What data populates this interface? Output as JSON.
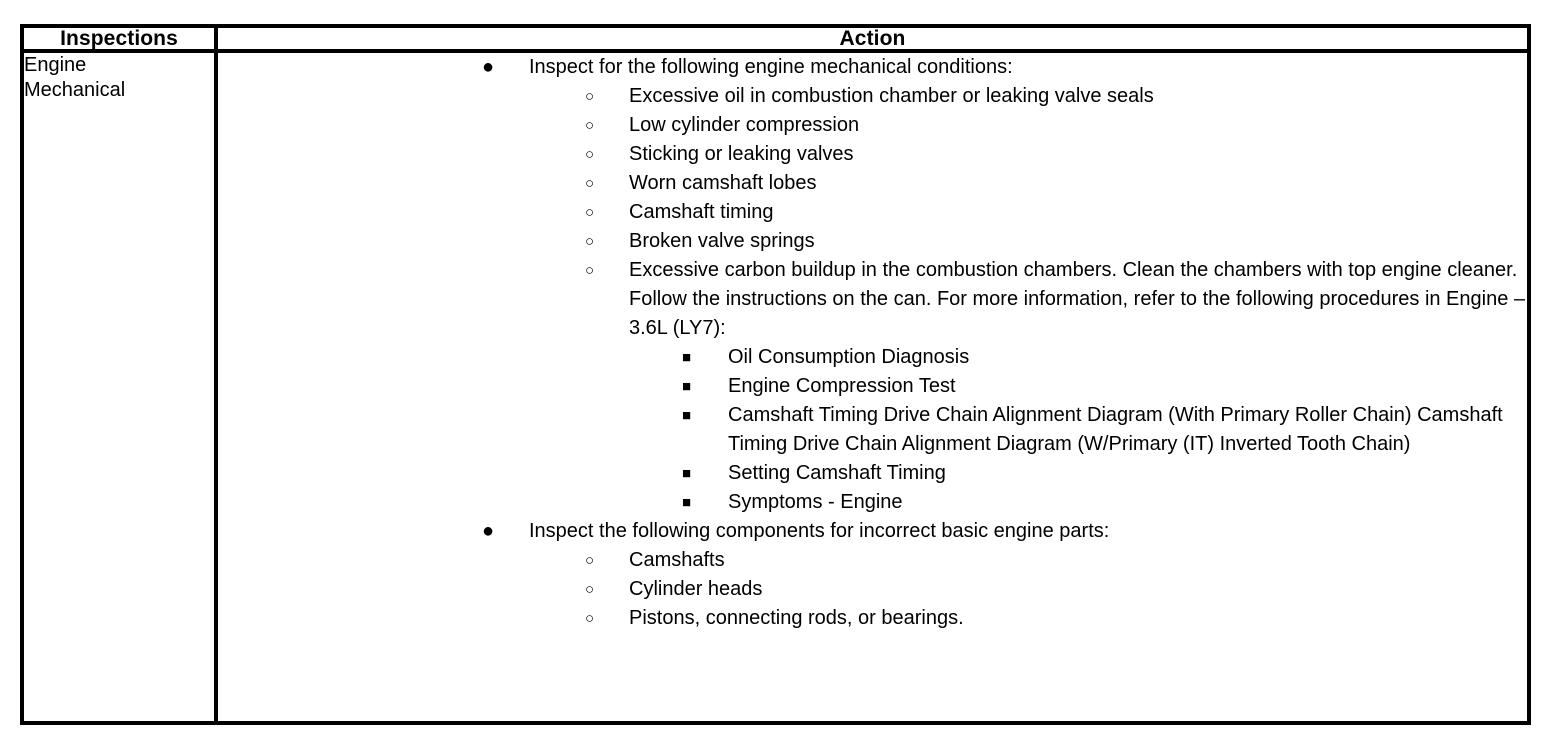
{
  "table": {
    "columns": [
      {
        "header": "Inspections"
      },
      {
        "header": "Action"
      }
    ],
    "rows": [
      {
        "inspection_line_1": "Engine",
        "inspection_line_2": "Mechanical",
        "action": {
          "groups": [
            {
              "lead": "Inspect for the following engine mechanical conditions:",
              "items": [
                {
                  "text": "Excessive oil in combustion chamber or leaking valve seals"
                },
                {
                  "text": "Low cylinder compression"
                },
                {
                  "text": "Sticking or leaking valves"
                },
                {
                  "text": "Worn camshaft lobes"
                },
                {
                  "text": "Camshaft timing"
                },
                {
                  "text": "Broken valve springs"
                },
                {
                  "text": "Excessive carbon buildup in the combustion chambers. Clean the chambers with top engine cleaner. Follow the instructions on the can. For more information, refer to the following procedures in Engine – 3.6L (LY7):",
                  "subitems": [
                    "Oil Consumption Diagnosis",
                    "Engine Compression Test",
                    "Camshaft Timing Drive Chain Alignment Diagram (With Primary Roller Chain) Camshaft Timing Drive Chain Alignment Diagram (W/Primary (IT) Inverted Tooth Chain)",
                    "Setting Camshaft Timing",
                    "Symptoms - Engine"
                  ]
                }
              ]
            },
            {
              "lead": "Inspect the following components for incorrect basic engine parts:",
              "items": [
                {
                  "text": "Camshafts"
                },
                {
                  "text": "Cylinder heads"
                },
                {
                  "text": "Pistons, connecting rods, or bearings."
                }
              ]
            }
          ]
        }
      }
    ]
  },
  "markers": {
    "level1": "●",
    "level2": "○",
    "level3": "■"
  },
  "colors": {
    "text": "#000000",
    "border": "#000000",
    "background": "#ffffff"
  }
}
